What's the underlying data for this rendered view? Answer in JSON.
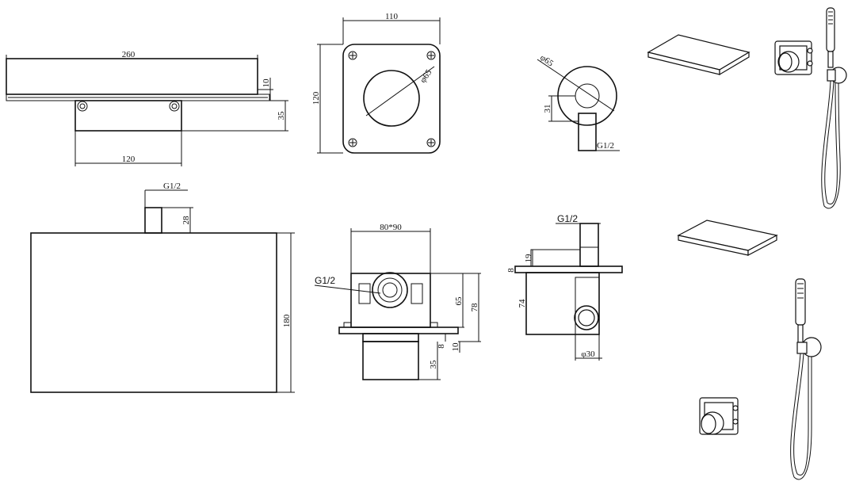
{
  "labels": {
    "spout_width": "260",
    "spout_height": "10",
    "spout_depth": "35",
    "spout_mount_width": "120",
    "plate_width": "110",
    "plate_height": "120",
    "plate_diameter": "φ65",
    "elbow_diameter": "φ65",
    "elbow_height": "31",
    "elbow_thread": "G1/2",
    "rain_inlet_thread": "G1/2",
    "rain_inlet_height": "28",
    "rain_height": "180",
    "valve_size": "80*90",
    "valve_thread": "G1/2",
    "valve_height_65": "65",
    "valve_height_78": "78",
    "valve_depth_8": "8",
    "valve_depth_10": "10",
    "valve_depth_35": "35",
    "side_thread": "G1/2",
    "side_19": "19",
    "side_8": "8",
    "side_74": "74",
    "side_diameter": "φ30"
  }
}
